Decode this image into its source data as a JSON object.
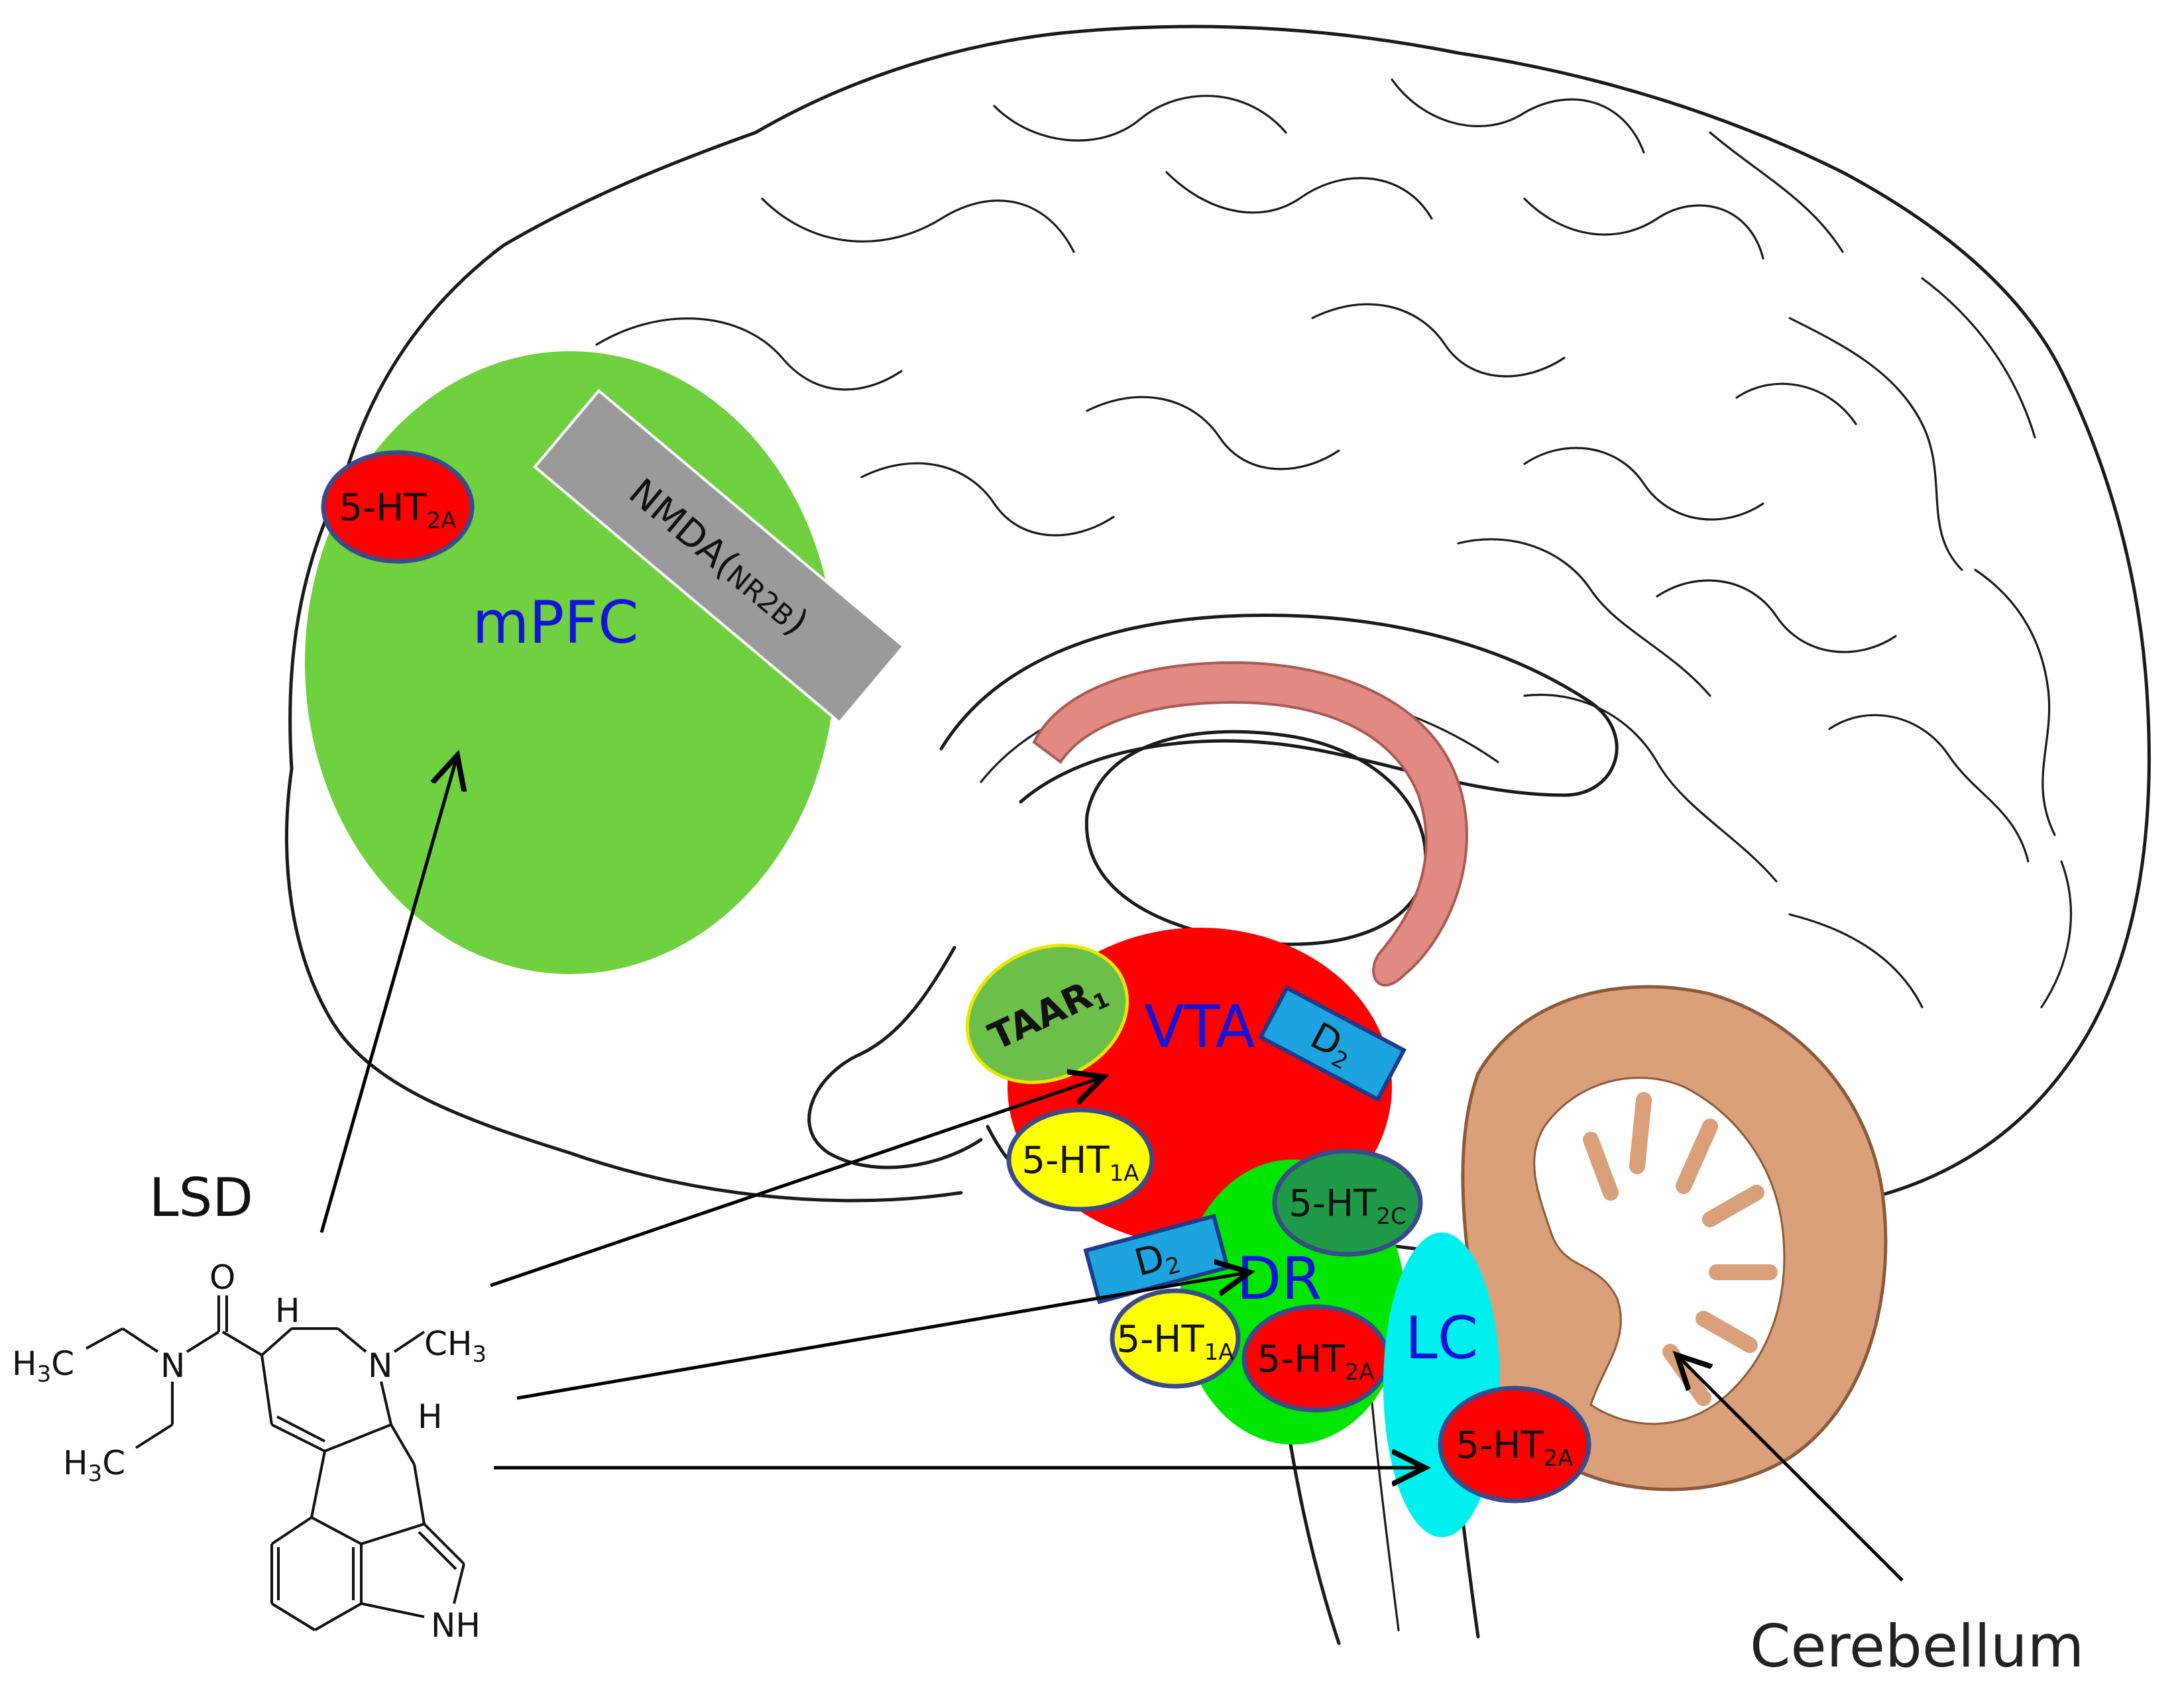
{
  "labels": {
    "mpfc": "mPFC",
    "vta": "VTA",
    "dr": "DR",
    "lc": "LC",
    "lsd": "LSD",
    "cerebellum": "Cerebellum"
  },
  "receptors": {
    "mpfc_5ht2a": {
      "base": "5-HT",
      "sub": "2A"
    },
    "nmda": {
      "base": "NMDA(",
      "sub": "NR2B",
      "tail": ")"
    },
    "taar1": {
      "base": "TAAR",
      "sub": "1"
    },
    "vta_d2": {
      "base": "D",
      "sub": "2"
    },
    "vta_5ht1a": {
      "base": "5-HT",
      "sub": "1A"
    },
    "dr_5ht2c": {
      "base": "5-HT",
      "sub": "2C"
    },
    "dr_d2": {
      "base": "D",
      "sub": "2"
    },
    "dr_5ht1a": {
      "base": "5-HT",
      "sub": "1A"
    },
    "dr_5ht2a": {
      "base": "5-HT",
      "sub": "2A"
    },
    "lc_5ht2a": {
      "base": "5-HT",
      "sub": "2A"
    }
  },
  "molecule": {
    "o": "O",
    "h_top": "H",
    "h3c_top": "H",
    "h3c_top_sub": "3",
    "h3c_top_c": "C",
    "n_amide": "N",
    "n_ring": "N",
    "ch3": "CH",
    "ch3_sub": "3",
    "h_mid": "H",
    "h3c_bot": "H",
    "h3c_bot_sub": "3",
    "h3c_bot_c": "C",
    "nh": "NH"
  },
  "colors": {
    "mpfc": "#6fd040",
    "vta": "#ff0000",
    "dr": "#00e600",
    "lc": "#00f0f0",
    "receptor_red": "#ff0000",
    "receptor_yellow": "#ffff00",
    "receptor_dark_green": "#1f9a48",
    "receptor_blue": "#1ca3e0",
    "taar": "#6cc04a",
    "nmda_gray": "#9a9a9a",
    "fornix": "#e08a82",
    "cerebellum": "#d9a07a",
    "label_blue": "#1414d8"
  }
}
